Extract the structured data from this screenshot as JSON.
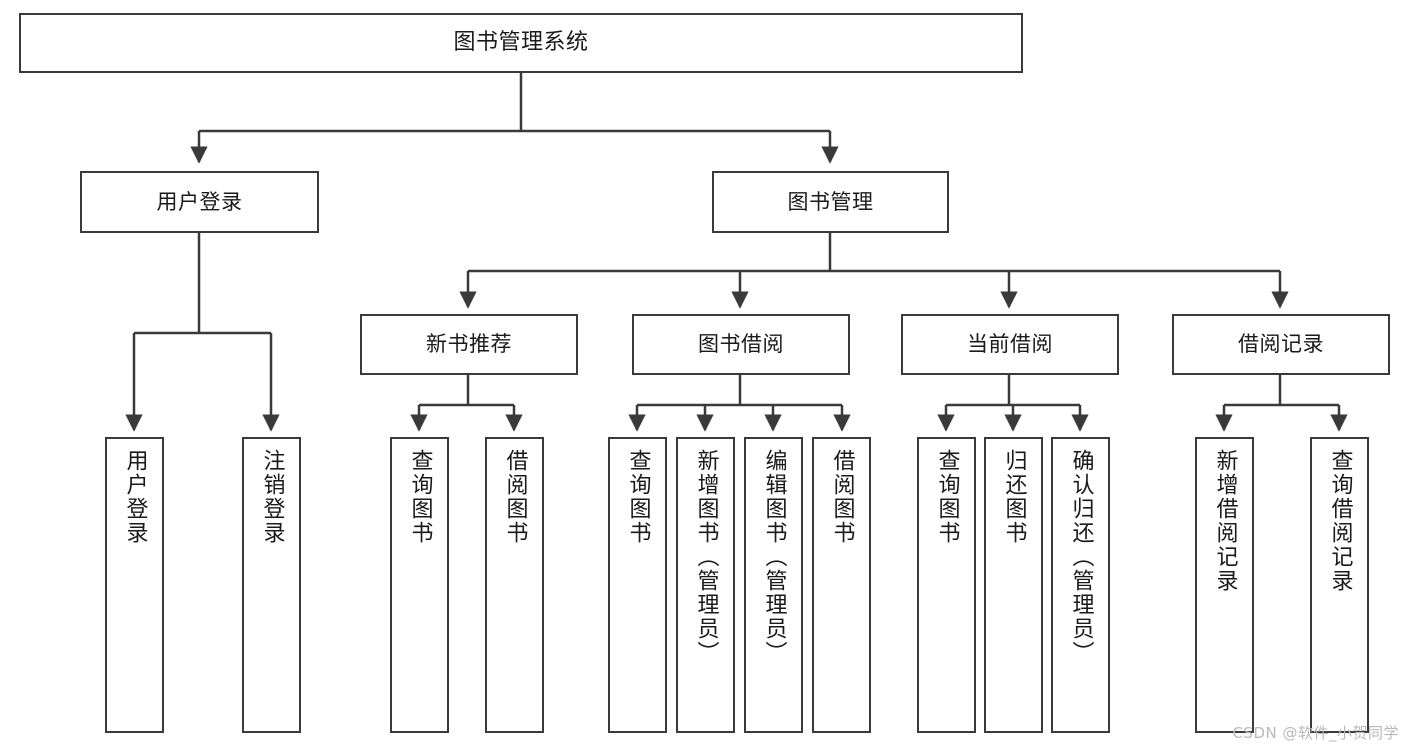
{
  "diagram": {
    "title": "图书管理系统",
    "type": "tree-hierarchy",
    "watermark": "CSDN @软件_小贺同学",
    "stroke_color": "#3a3a3a",
    "fill_color": "#ffffff",
    "text_color": "#1a1a1a"
  },
  "nodes": {
    "root": {
      "label": "图书管理系统"
    },
    "level1": [
      {
        "label": "用户登录"
      },
      {
        "label": "图书管理"
      }
    ],
    "level2": [
      {
        "label": "新书推荐"
      },
      {
        "label": "图书借阅"
      },
      {
        "label": "当前借阅"
      },
      {
        "label": "借阅记录"
      }
    ],
    "leaves": {
      "user_login": [
        {
          "label": "用户登录"
        },
        {
          "label": "注销登录"
        }
      ],
      "new_book_recommend": [
        {
          "label": "查询图书"
        },
        {
          "label": "借阅图书"
        }
      ],
      "book_borrow": [
        {
          "label": "查询图书"
        },
        {
          "label": "新增图书（管理员）"
        },
        {
          "label": "编辑图书（管理员）"
        },
        {
          "label": "借阅图书"
        }
      ],
      "current_borrow": [
        {
          "label": "查询图书"
        },
        {
          "label": "归还图书"
        },
        {
          "label": "确认归还（管理员）"
        }
      ],
      "borrow_record": [
        {
          "label": "新增借阅记录"
        },
        {
          "label": "查询借阅记录"
        }
      ]
    }
  }
}
